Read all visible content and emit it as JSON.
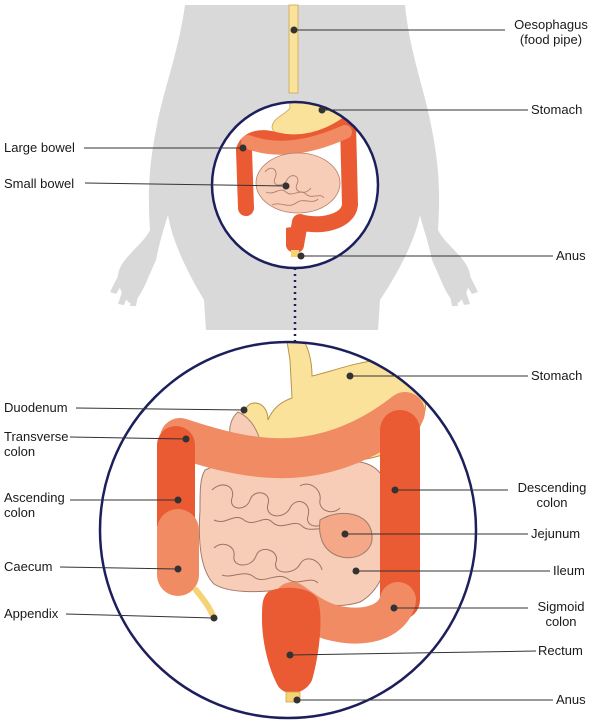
{
  "colors": {
    "silhouette": "#d9d9da",
    "circle_stroke": "#1d1f5c",
    "bowel_dark": "#ea5a33",
    "bowel_mid": "#f08b64",
    "bowel_light": "#f4a888",
    "small_bowel": "#f8cdb8",
    "small_bowel_line": "#a07a6a",
    "stomach": "#fbe29a",
    "appendix": "#f5d274",
    "leader": "#333333",
    "dot": "#333333"
  },
  "top_labels": {
    "oesophagus_1": "Oesophagus",
    "oesophagus_2": "(food pipe)",
    "stomach": "Stomach",
    "large_bowel": "Large bowel",
    "small_bowel": "Small bowel",
    "anus": "Anus"
  },
  "detail_labels": {
    "stomach": "Stomach",
    "duodenum": "Duodenum",
    "transverse_1": "Transverse",
    "transverse_2": "colon",
    "ascending_1": "Ascending",
    "ascending_2": "colon",
    "caecum": "Caecum",
    "appendix": "Appendix",
    "descending_1": "Descending",
    "descending_2": "colon",
    "jejunum": "Jejunum",
    "ileum": "Ileum",
    "sigmoid_1": "Sigmoid",
    "sigmoid_2": "colon",
    "rectum": "Rectum",
    "anus": "Anus"
  }
}
